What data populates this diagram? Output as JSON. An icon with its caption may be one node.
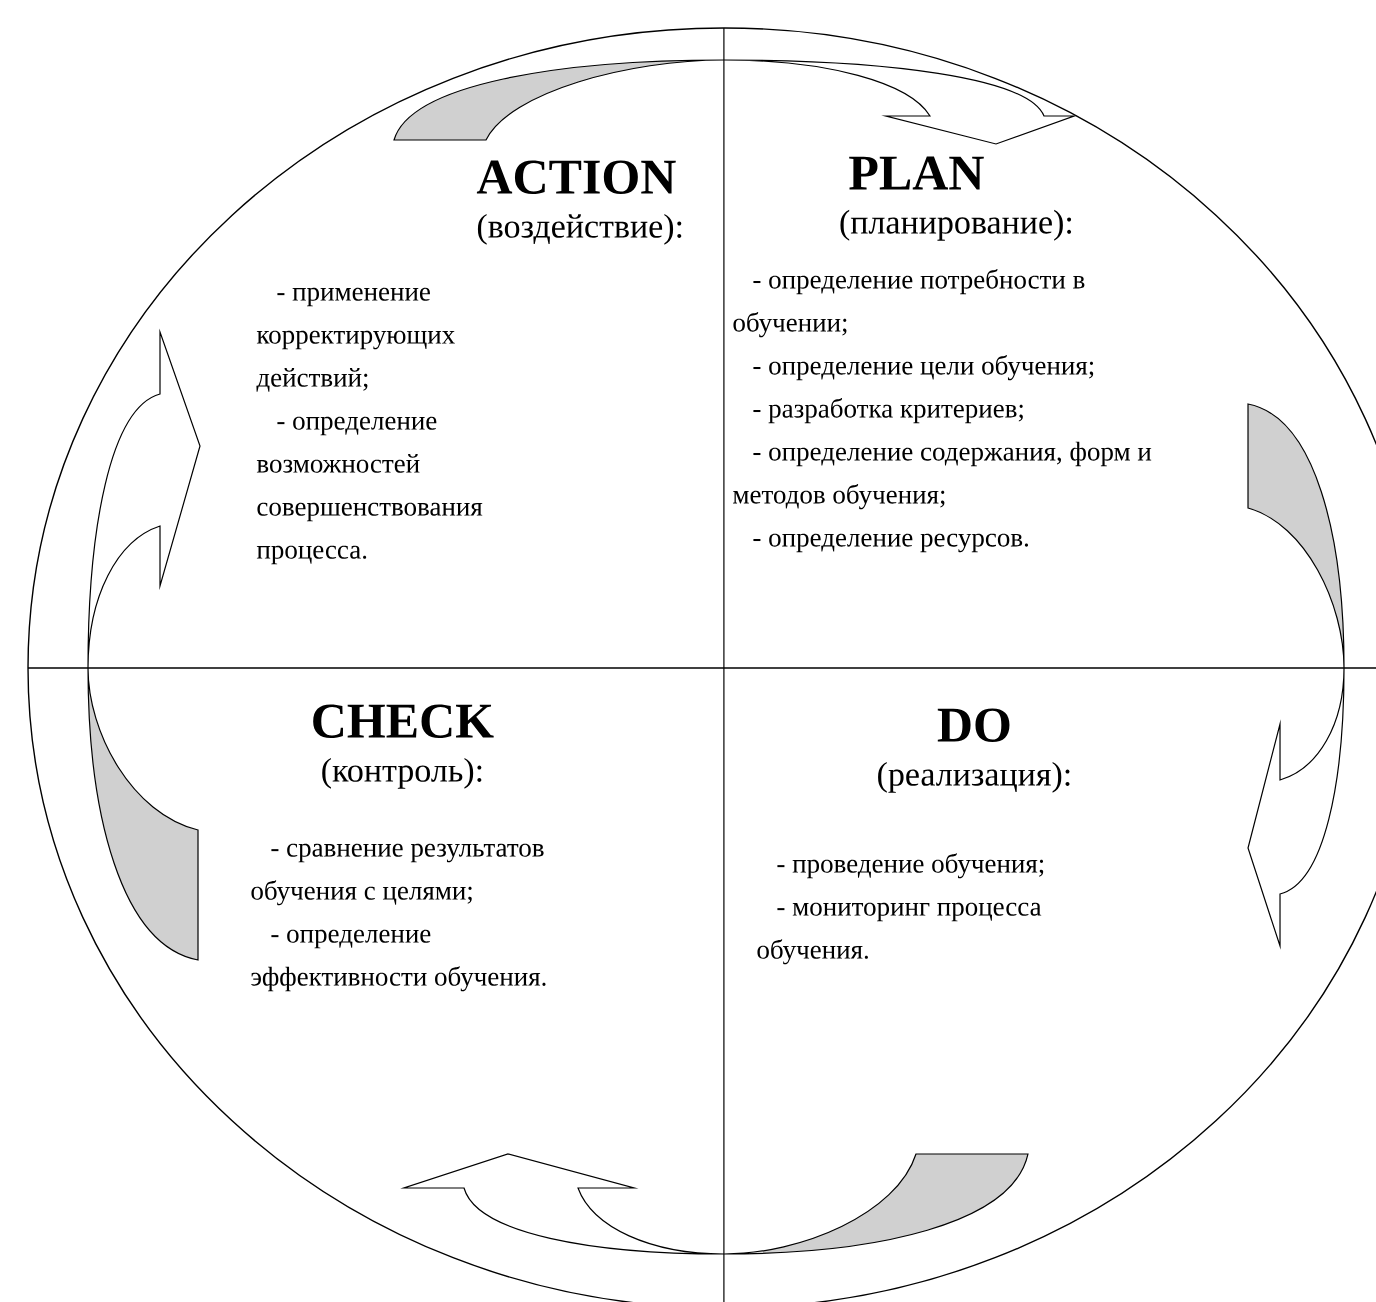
{
  "diagram": {
    "nodes": [
      {
        "text": [
          "ACTION",
          "(воздействие):",
          "- применение корректирующих действий;",
          "- определение возможностей совершенствования процесса."
        ]
      },
      {
        "text": [
          "PLAN",
          "(планирование):",
          "- определение потребности в обучении;",
          "- определение цели обучения;",
          "- разработка критериев;",
          "- определение содержания, форм и методов обучения;",
          "- определение ресурсов."
        ]
      },
      {
        "text": [
          "CHECK",
          "(контроль):",
          "- сравнение результатов обучения с целями;",
          "- определение эффективности обучения."
        ]
      },
      {
        "text": [
          "DO",
          "(реализация):",
          "- проведение обучения;",
          "- мониторинг процесса обучения."
        ]
      }
    ],
    "edges": [
      {
        "from": 0,
        "to": 1,
        "arrow": "to"
      },
      {
        "from": 1,
        "to": 3,
        "arrow": "to"
      },
      {
        "from": 3,
        "to": 2,
        "arrow": "to"
      },
      {
        "from": 2,
        "to": 0,
        "arrow": "to"
      }
    ]
  }
}
